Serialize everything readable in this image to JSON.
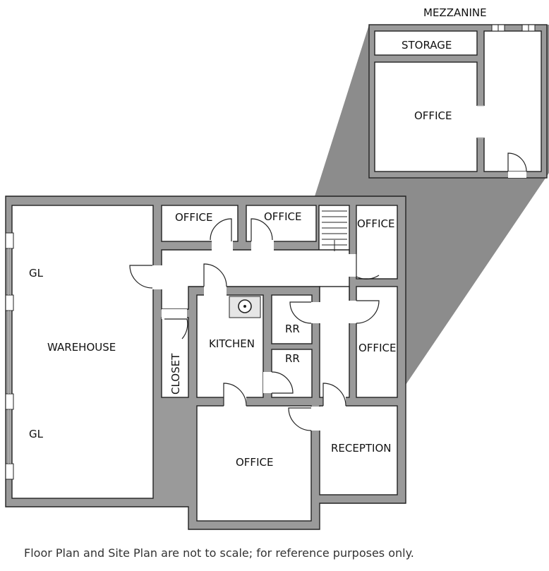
{
  "title": "MEZZANINE",
  "rooms": {
    "mezz_storage": "STORAGE",
    "mezz_office": "OFFICE",
    "office_1": "OFFICE",
    "office_2": "OFFICE",
    "office_3": "OFFICE",
    "office_4": "OFFICE",
    "office_5": "OFFICE",
    "gl_top": "GL",
    "gl_bottom": "GL",
    "warehouse": "WAREHOUSE",
    "kitchen": "KITCHEN",
    "rr_1": "RR",
    "rr_2": "RR",
    "closet": "CLOSET",
    "reception": "RECEPTION"
  },
  "caption": "Floor Plan and Site Plan are not to scale; for reference purposes only.",
  "colors": {
    "wall": "#9a9a9a",
    "projection": "#8c8c8c",
    "line": "#222222"
  }
}
